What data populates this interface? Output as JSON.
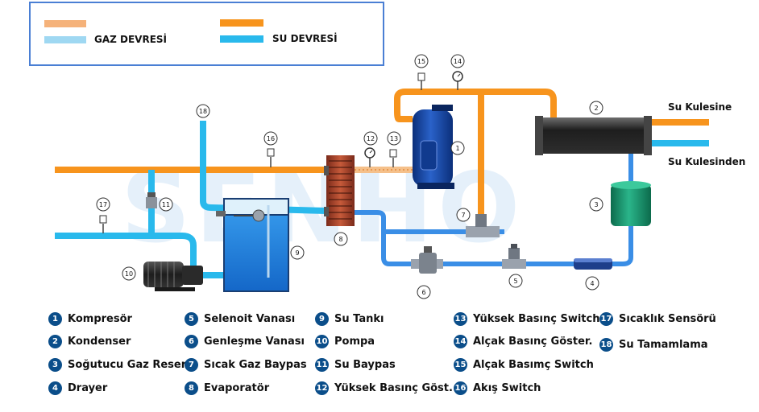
{
  "key": {
    "gas_label": "GAZ DEVRESİ",
    "water_label": "SU DEVRESİ",
    "colors": {
      "gas": "#f7941d",
      "water": "#29b9ec",
      "blue_pipe": "#3a8ee6"
    }
  },
  "watermark": "SENHO",
  "outlets": {
    "to_tower": "Su Kulesine",
    "from_tower": "Su Kulesinden"
  },
  "markers": [
    "1",
    "2",
    "3",
    "4",
    "5",
    "6",
    "7",
    "8",
    "9",
    "10",
    "11",
    "12",
    "13",
    "14",
    "15",
    "16",
    "17",
    "18"
  ],
  "legend": [
    {
      "n": "1",
      "label": "Kompresör"
    },
    {
      "n": "2",
      "label": "Kondenser"
    },
    {
      "n": "3",
      "label": "Soğutucu Gaz Reserv."
    },
    {
      "n": "4",
      "label": "Drayer"
    },
    {
      "n": "5",
      "label": "Selenoit Vanası"
    },
    {
      "n": "6",
      "label": "Genleşme Vanası"
    },
    {
      "n": "7",
      "label": "Sıcak Gaz Baypas"
    },
    {
      "n": "8",
      "label": "Evaporatör"
    },
    {
      "n": "9",
      "label": "Su Tankı"
    },
    {
      "n": "10",
      "label": "Pompa"
    },
    {
      "n": "11",
      "label": "Su Baypas"
    },
    {
      "n": "12",
      "label": "Yüksek Basınç Göst."
    },
    {
      "n": "13",
      "label": "Yüksek Basınç Switch"
    },
    {
      "n": "14",
      "label": "Alçak Basınç Göster."
    },
    {
      "n": "15",
      "label": "Alçak Basımç Switch"
    },
    {
      "n": "16",
      "label": "Akış Switch"
    },
    {
      "n": "17",
      "label": "Sıcaklık Sensörü"
    },
    {
      "n": "18",
      "label": "Su Tamamlama"
    }
  ]
}
